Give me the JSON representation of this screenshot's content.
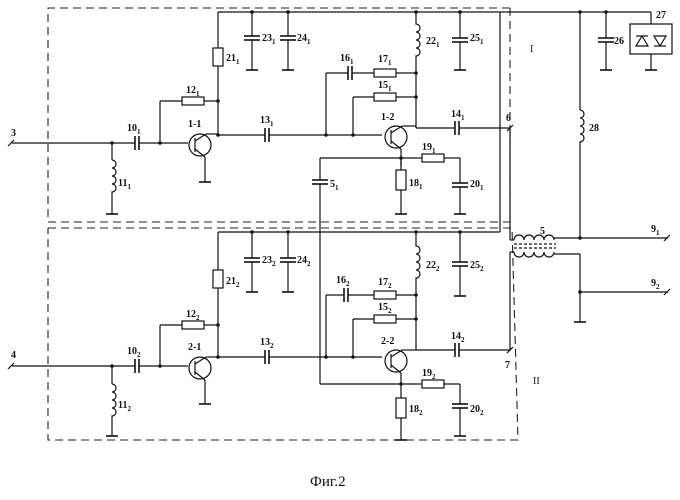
{
  "caption": "Фиг.2",
  "blocks": {
    "upper": "I",
    "lower": "II"
  },
  "terminals": {
    "in_upper": "3",
    "in_lower": "4",
    "mid_upper": "6",
    "mid_lower": "7",
    "out_1": "9",
    "out_1_sub": "1",
    "out_2": "9",
    "out_2_sub": "2"
  },
  "shared": {
    "transformer": "5",
    "cap_26": "26",
    "diodes_27": "27",
    "inductor_28": "28"
  },
  "upper": {
    "suffix": "1",
    "t1": "1-1",
    "t2": "1-2",
    "c10": "10",
    "l11": "11",
    "r12": "12",
    "c13": "13",
    "c14": "14",
    "r15": "15",
    "c16": "16",
    "r17": "17",
    "r18": "18",
    "r19": "19",
    "c20": "20",
    "r21": "21",
    "l22": "22",
    "c23": "23",
    "c24": "24",
    "c25": "25",
    "c5": "5"
  },
  "lower": {
    "suffix": "2",
    "t1": "2-1",
    "t2": "2-2",
    "c10": "10",
    "l11": "11",
    "r12": "12",
    "c13": "13",
    "c14": "14",
    "r15": "15",
    "c16": "16",
    "r17": "17",
    "r18": "18",
    "r19": "19",
    "c20": "20",
    "r21": "21",
    "l22": "22",
    "c23": "23",
    "c24": "24",
    "c25": "25"
  }
}
